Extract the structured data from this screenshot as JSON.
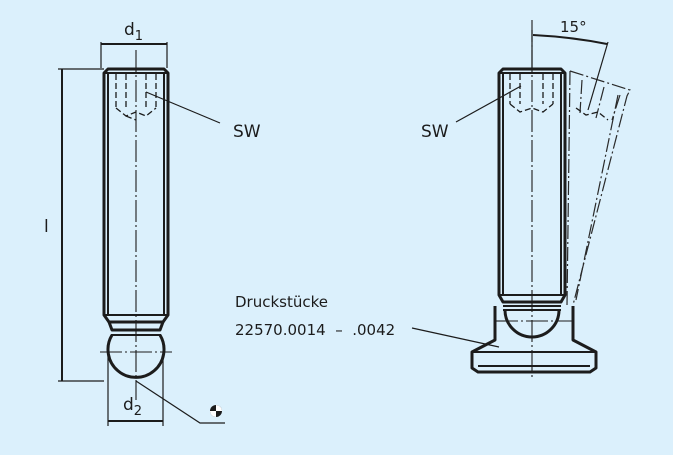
{
  "drawing": {
    "background_color": "#dbf0fc",
    "line_color": "#1c1c1c",
    "left_view": {
      "dimension_top": {
        "label": "d",
        "subscript": "1"
      },
      "dimension_bottom": {
        "label": "d",
        "subscript": "2"
      },
      "dimension_length": {
        "label": "l"
      },
      "callout_wrench": {
        "label": "SW"
      },
      "hardened_symbol": "ball-center-symbol"
    },
    "right_view": {
      "angle": {
        "label": "15°"
      },
      "callout_wrench": {
        "label": "SW"
      },
      "pressure_pad_label": {
        "line1": "Druckstücke",
        "line2": "22570.0014  –  .0042"
      }
    }
  }
}
